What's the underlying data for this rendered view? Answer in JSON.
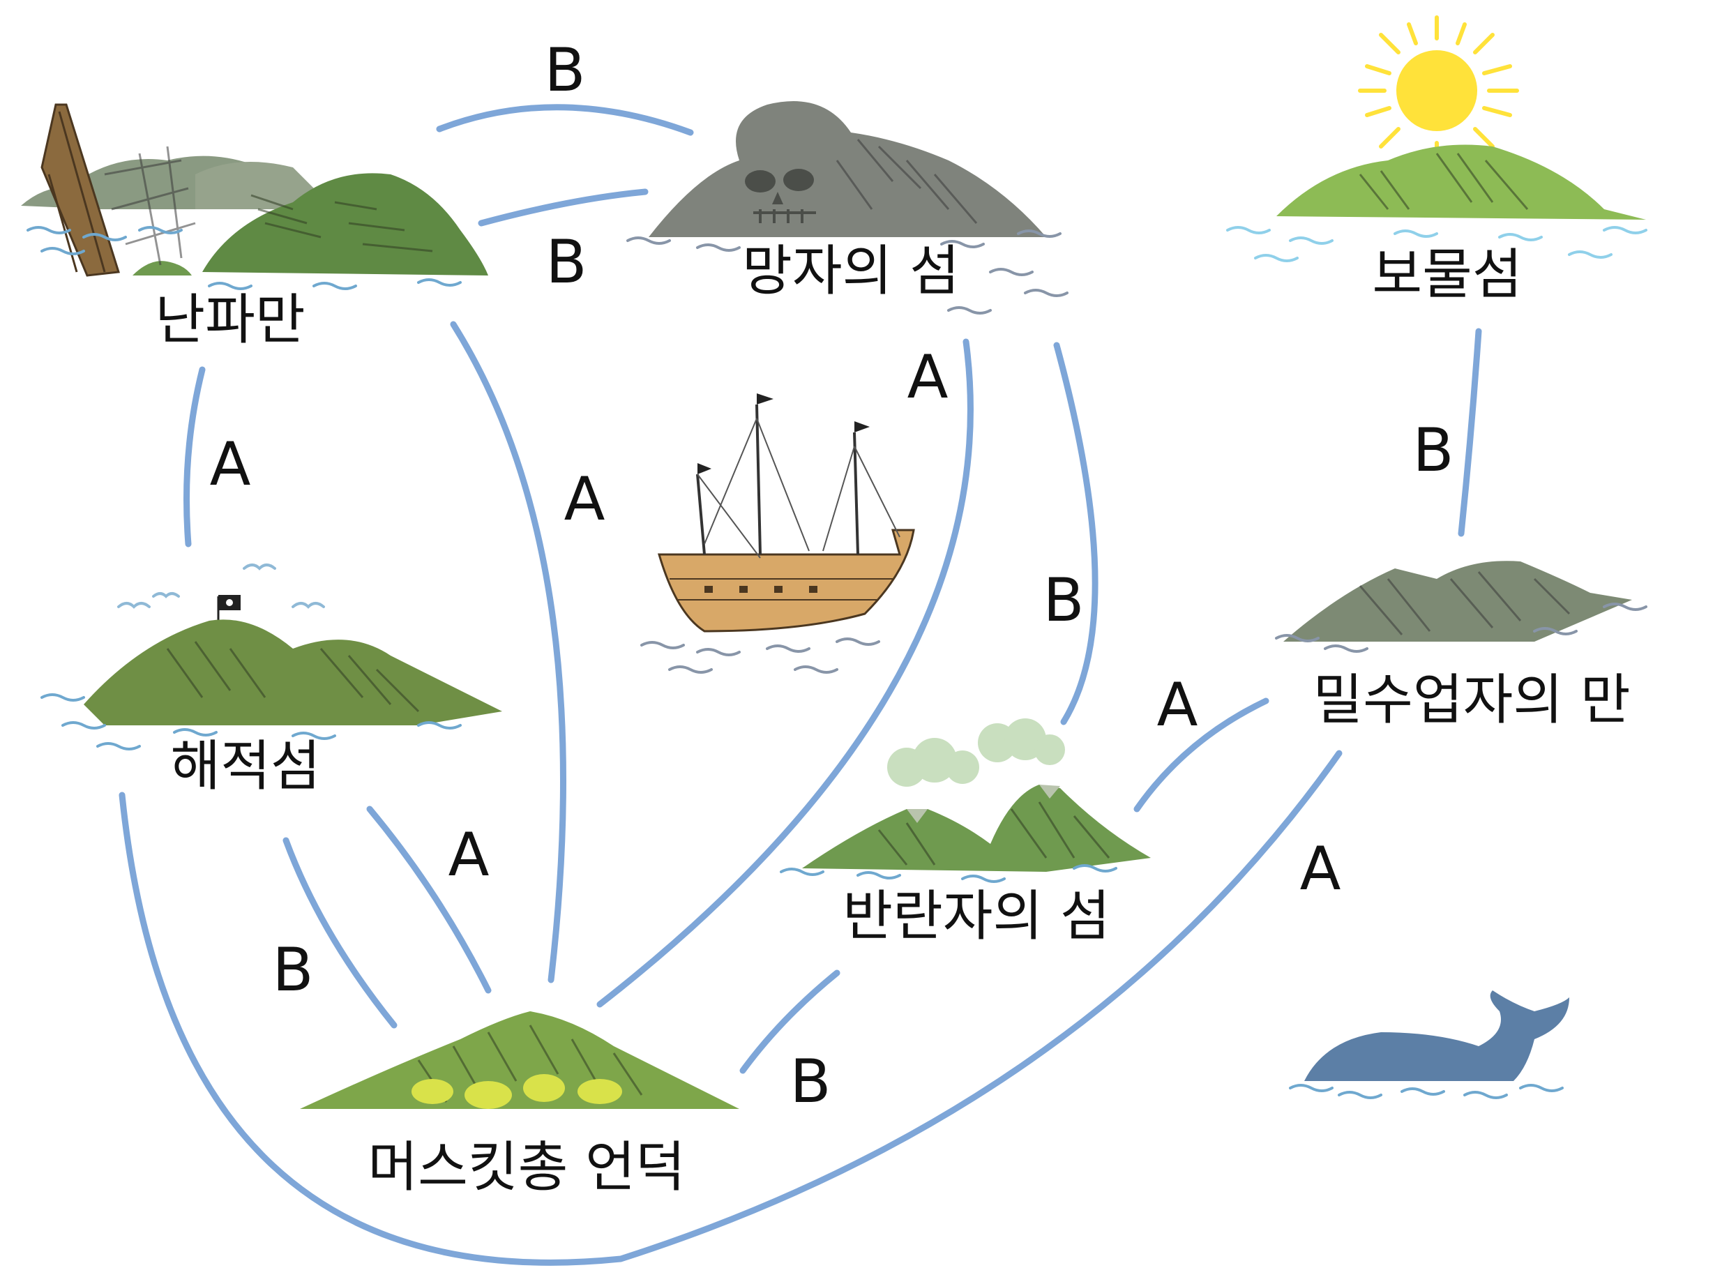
{
  "nodes": {
    "shipwreck_bay": "난파만",
    "dead_mans_island": "망자의 섬",
    "treasure_island": "보물섬",
    "pirate_island": "해적섬",
    "smugglers_cove": "밀수업자의 만",
    "mutineers_island": "반란자의 섬",
    "musket_hill": "머스킷총 언덕"
  },
  "edges": {
    "e1": "B",
    "e2": "B",
    "e3": "A",
    "e4": "A",
    "e5": "A",
    "e6": "B",
    "e7": "B",
    "e8": "A",
    "e9": "B",
    "e10": "A",
    "e11": "B",
    "e12": "A"
  },
  "colors": {
    "arrow": "#7ea6d8",
    "island_green": "#6f9a4f",
    "island_light_green": "#8dbb55",
    "rock_gray": "#7d8a74",
    "dead_island_gray": "#7f837c",
    "sun_yellow": "#ffe23a",
    "ship_wood": "#d8a868",
    "whale_blue": "#5c7fa6",
    "smoke": "#c9dfbf"
  },
  "icons": [
    "shipwreck-icon",
    "skull-island-icon",
    "sun-icon",
    "pirate-flag-icon",
    "volcano-icon",
    "ship-icon",
    "whale-icon",
    "birds-icon"
  ]
}
